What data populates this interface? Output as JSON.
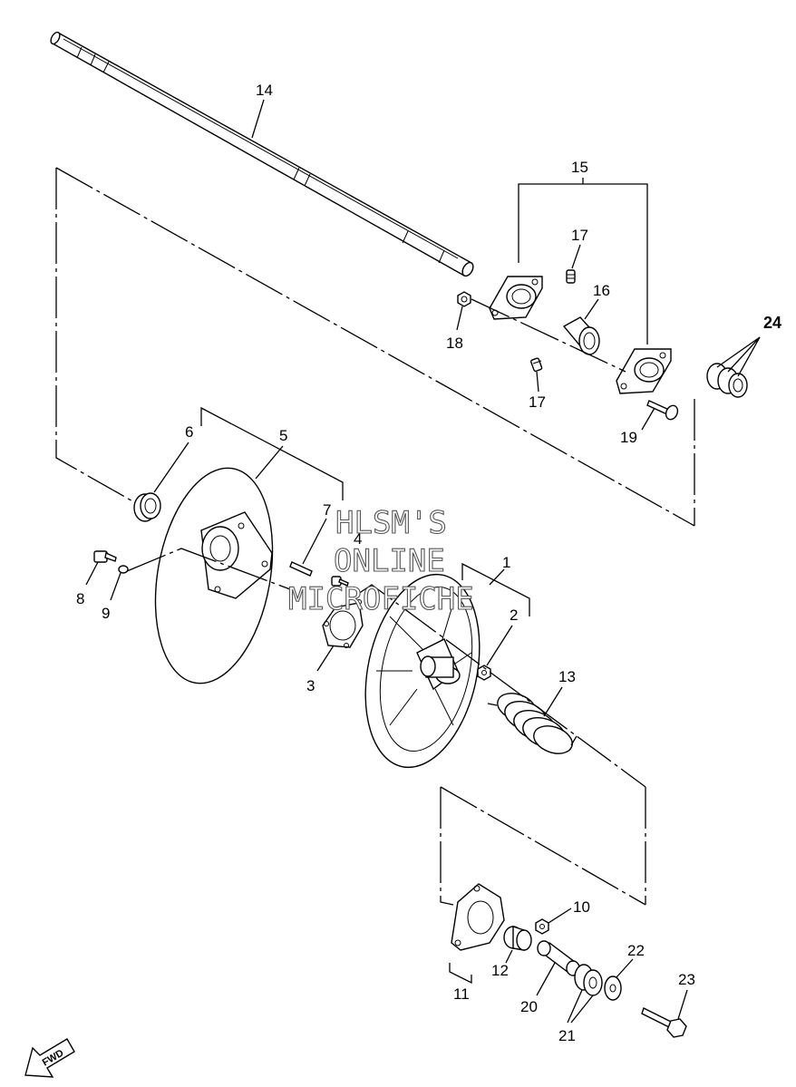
{
  "watermark": {
    "line1": "HLSM'S",
    "line2": "ONLINE",
    "line3": "MICROFICHE"
  },
  "direction_label": "FWD",
  "callouts": [
    {
      "id": "1",
      "label": "1"
    },
    {
      "id": "2",
      "label": "2"
    },
    {
      "id": "3",
      "label": "3"
    },
    {
      "id": "4",
      "label": "4"
    },
    {
      "id": "5",
      "label": "5"
    },
    {
      "id": "6",
      "label": "6"
    },
    {
      "id": "7",
      "label": "7"
    },
    {
      "id": "8",
      "label": "8"
    },
    {
      "id": "9",
      "label": "9"
    },
    {
      "id": "10",
      "label": "10"
    },
    {
      "id": "11",
      "label": "11"
    },
    {
      "id": "12",
      "label": "12"
    },
    {
      "id": "13",
      "label": "13"
    },
    {
      "id": "14",
      "label": "14"
    },
    {
      "id": "15",
      "label": "15"
    },
    {
      "id": "16",
      "label": "16"
    },
    {
      "id": "17a",
      "label": "17"
    },
    {
      "id": "17b",
      "label": "17"
    },
    {
      "id": "18",
      "label": "18"
    },
    {
      "id": "19",
      "label": "19"
    },
    {
      "id": "20",
      "label": "20"
    },
    {
      "id": "21",
      "label": "21"
    },
    {
      "id": "22",
      "label": "22"
    },
    {
      "id": "23",
      "label": "23"
    },
    {
      "id": "24",
      "label": "24"
    }
  ]
}
